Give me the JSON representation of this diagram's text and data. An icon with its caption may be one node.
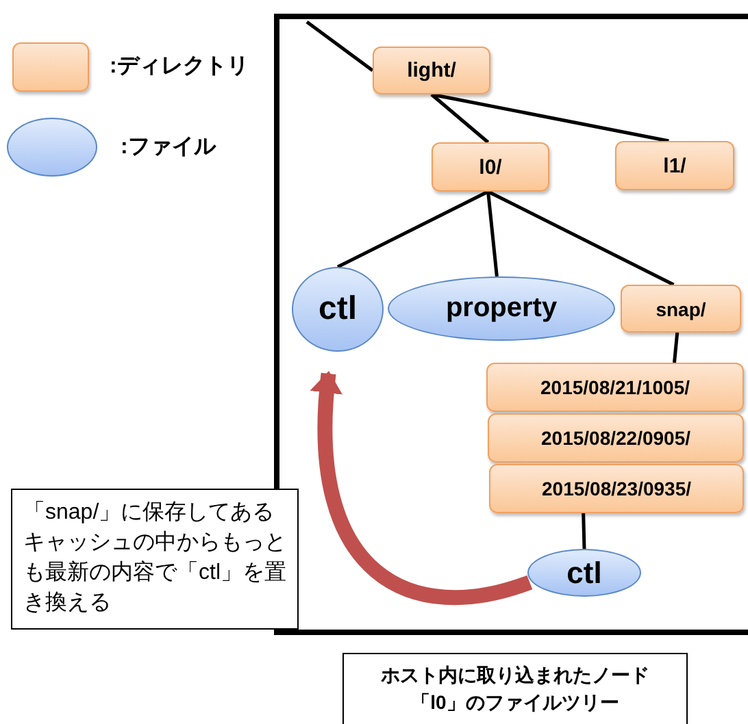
{
  "diagram": {
    "nodes": [
      {
        "text": [],
        "shape": "box"
      },
      {
        "text": [
          "light/"
        ],
        "in": 0
      },
      {
        "text": [
          "l0/"
        ],
        "in": 0
      },
      {
        "text": [
          "l1/"
        ],
        "in": 0
      },
      {
        "text": [
          "ctl"
        ],
        "in": 0
      },
      {
        "text": [
          "property"
        ],
        "in": 0
      },
      {
        "text": [
          "snap/"
        ],
        "in": 0
      },
      {
        "text": [
          "2015/08/21/1005/"
        ],
        "in": 0
      },
      {
        "text": [
          "2015/08/22/0905/"
        ],
        "in": 0
      },
      {
        "text": [
          "2015/08/23/0935/"
        ],
        "in": 0
      },
      {
        "text": [
          "ctl"
        ],
        "in": 0
      },
      {
        "text": [
          "「snap/」に保存してあるキャッシュの中からもっとも最新の内容で「ctl」を置き換える"
        ]
      },
      {
        "text": [
          "ホスト内に取り込まれたノード「l0」のファイルツリー"
        ]
      }
    ],
    "edges": [
      {
        "from": null,
        "to": 1,
        "arrow": "none"
      },
      {
        "from": 1,
        "to": 2,
        "arrow": "none"
      },
      {
        "from": 1,
        "to": 3,
        "arrow": "none"
      },
      {
        "from": 2,
        "to": 4,
        "arrow": "none"
      },
      {
        "from": 2,
        "to": 5,
        "arrow": "none"
      },
      {
        "from": 2,
        "to": 6,
        "arrow": "none"
      },
      {
        "from": 6,
        "to": 7,
        "arrow": "none"
      },
      {
        "from": 9,
        "to": 10,
        "arrow": "none"
      },
      {
        "from": 10,
        "to": 4,
        "arrow": "to",
        "style": "thick",
        "color": "#c0504d"
      }
    ],
    "legend": [
      {
        "text": ":ディレクトリ",
        "color": "#fbc797"
      },
      {
        "text": ":ファイル"
      }
    ]
  }
}
